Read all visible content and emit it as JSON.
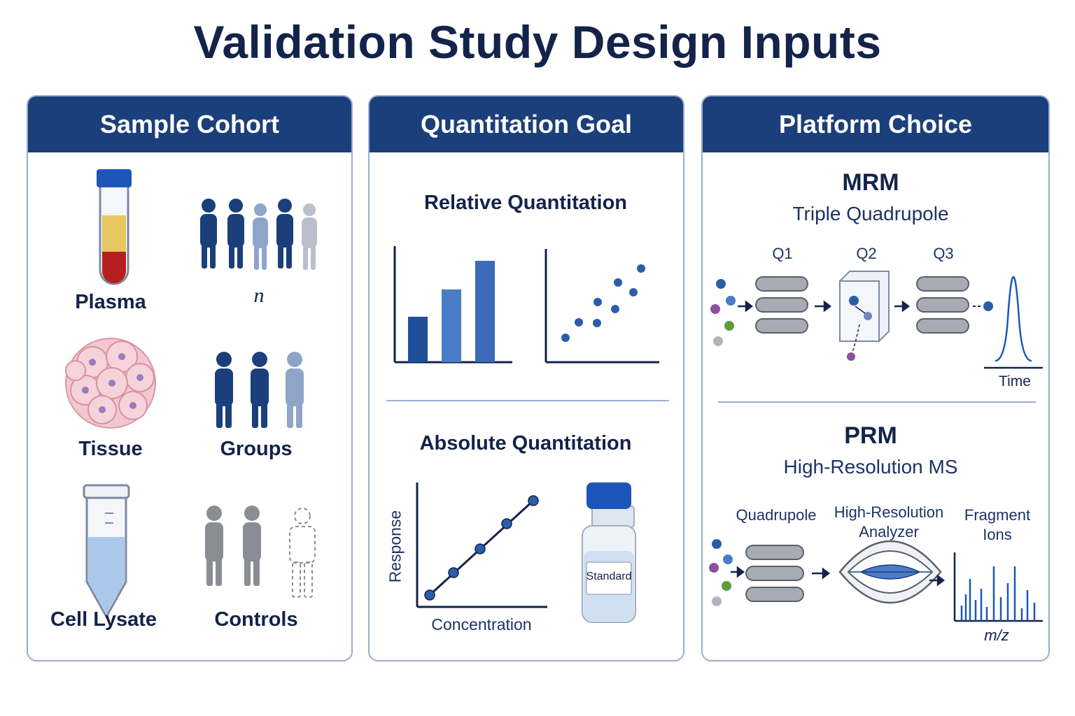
{
  "title": "Validation Study Design Inputs",
  "panels": {
    "cohort": {
      "header": "Sample Cohort",
      "items": [
        "Plasma",
        "n",
        "Tissue",
        "Groups",
        "Cell Lysate",
        "Controls"
      ]
    },
    "quant": {
      "header": "Quantitation Goal",
      "relative": "Relative Quantitation",
      "absolute": "Absolute Quantitation",
      "x_label": "Concentration",
      "y_label": "Response",
      "standard": "Standard"
    },
    "platform": {
      "header": "Platform Choice",
      "mrm": {
        "title": "MRM",
        "subtitle": "Triple Quadrupole",
        "q1": "Q1",
        "q2": "Q2",
        "q3": "Q3",
        "time": "Time"
      },
      "prm": {
        "title": "PRM",
        "subtitle": "High-Resolution MS",
        "quad": "Quadrupole",
        "analyzer_1": "High-Resolution",
        "analyzer_2": "Analyzer",
        "frag_1": "Fragment",
        "frag_2": "Ions",
        "mz": "m/z"
      }
    }
  },
  "colors": {
    "navy": "#1b3f7a",
    "blue": "#2b5ea8",
    "mid": "#4a7cc7",
    "light": "#9fb3d6",
    "gray": "#8a8d94"
  }
}
